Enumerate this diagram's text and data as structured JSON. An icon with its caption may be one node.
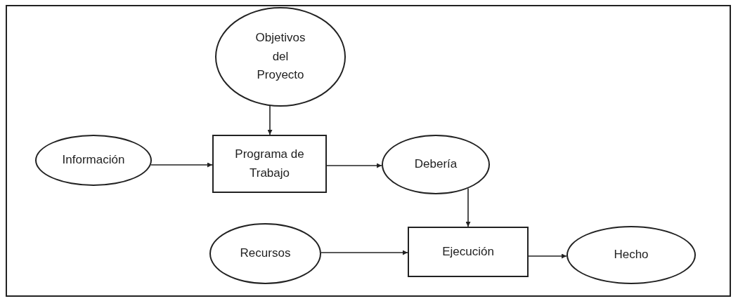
{
  "diagram": {
    "nodes": [
      {
        "text": [
          "Objetivos del Proyecto"
        ]
      },
      {
        "text": [
          "Información"
        ]
      },
      {
        "text": [
          "Programa de Trabajo"
        ]
      },
      {
        "text": [
          "Debería"
        ]
      },
      {
        "text": [
          "Recursos"
        ]
      },
      {
        "text": [
          "Ejecución"
        ]
      },
      {
        "text": [
          "Hecho"
        ]
      }
    ],
    "edges": [
      {
        "from": 0,
        "to": 2,
        "arrow": "to"
      },
      {
        "from": 1,
        "to": 2,
        "arrow": "to"
      },
      {
        "from": 2,
        "to": 3,
        "arrow": "to"
      },
      {
        "from": 3,
        "to": 5,
        "arrow": "to"
      },
      {
        "from": 4,
        "to": 5,
        "arrow": "to"
      },
      {
        "from": 5,
        "to": 6,
        "arrow": "to"
      }
    ]
  }
}
